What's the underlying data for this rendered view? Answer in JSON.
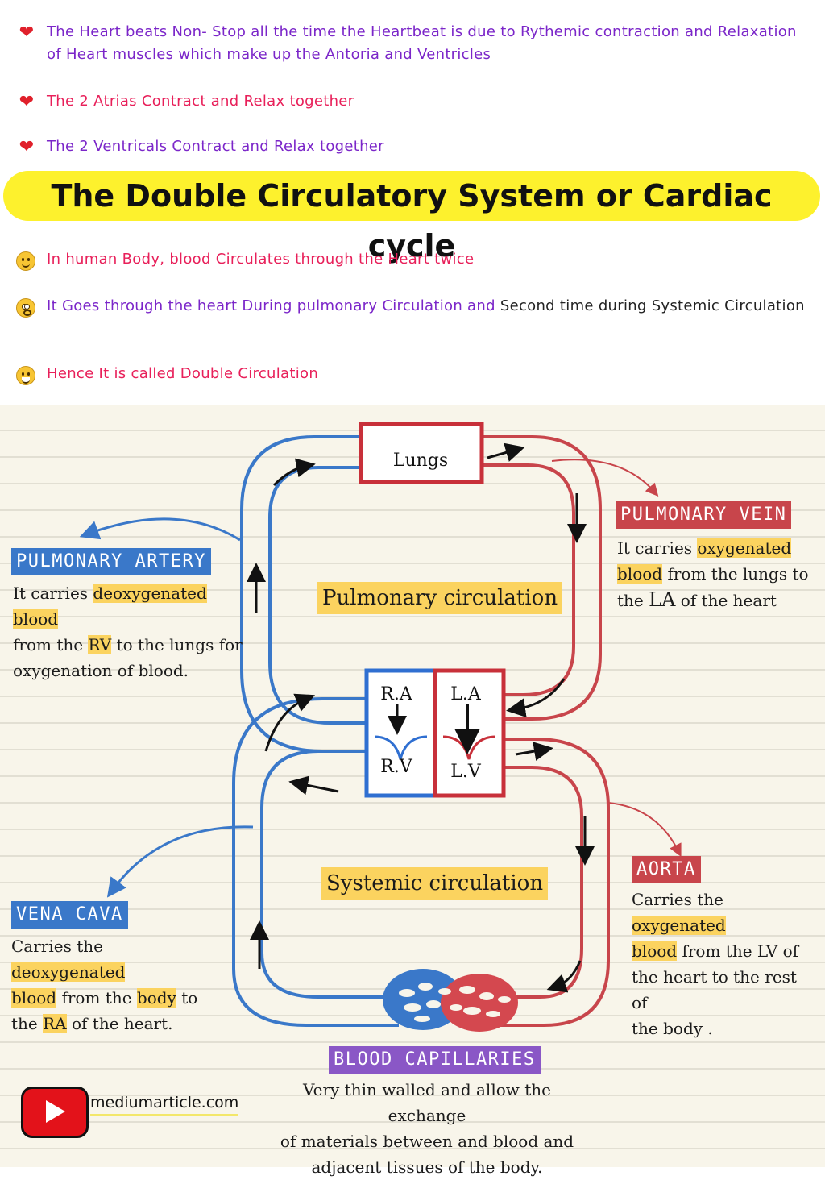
{
  "notes_top": [
    {
      "text": "The Heart beats Non- Stop all the time the Heartbeat is due to Rythemic contraction and Relaxation of Heart muscles which make up the Antoria and Ventricles",
      "color": "#7b26c9",
      "icon": "heart-icon"
    },
    {
      "text": "The 2 Atrias Contract and Relax together",
      "color": "#e8205a",
      "icon": "heart-icon"
    },
    {
      "text": "The 2 Ventricals Contract and Relax together",
      "color": "#7b26c9",
      "icon": "heart-icon"
    }
  ],
  "banner_title": "The Double Circulatory System or Cardiac cycle",
  "notes_bottom": [
    {
      "text": "In human Body, blood Circulates through the Heart twice",
      "color": "#e8205a",
      "icon": "smiley-icon"
    },
    {
      "text_a": "It Goes through the heart During pulmonary Circulation and",
      "text_b": "Second time during Systemic Circulation",
      "color": "#7b26c9",
      "icon": "flushed-face-icon"
    },
    {
      "text": "Hence It is called Double Circulation",
      "color": "#e8205a",
      "icon": "grin-face-icon"
    }
  ],
  "diagram": {
    "lungs": "Lungs",
    "ra": "R.A",
    "la": "L.A",
    "rv": "R.V",
    "lv": "L.V",
    "pulmonary_circulation": "Pulmonary circulation",
    "systemic_circulation": "Systemic circulation",
    "pulmonary_artery": {
      "title": "PULMONARY ARTERY",
      "l1a": "It carries ",
      "l1b": "deoxygenated blood",
      "l2a": "from the ",
      "l2b": "RV",
      "l2c": " to the lungs for",
      "l3": "oxygenation of blood."
    },
    "pulmonary_vein": {
      "title": "PULMONARY VEIN",
      "l1a": "It carries ",
      "l1b": "oxygenated",
      "l2a": "blood",
      "l2b": " from the lungs to",
      "l3a": "the ",
      "l3b": "LA",
      "l3c": " of the heart"
    },
    "vena_cava": {
      "title": "VENA CAVA",
      "l1a": "Carries the ",
      "l1b": "deoxygenated",
      "l2a": "blood",
      "l2b": " from the ",
      "l2c": "body",
      "l2d": " to",
      "l3a": "the ",
      "l3b": "RA",
      "l3c": " of the heart."
    },
    "aorta": {
      "title": "AORTA",
      "l1a": "Carries the ",
      "l1b": "oxygenated",
      "l2a": "blood",
      "l2b": " from the LV of",
      "l3": "the heart to the rest of",
      "l4": "the body ."
    },
    "capillaries": {
      "title": "BLOOD CAPILLARIES",
      "l1": "Very thin walled and allow the exchange",
      "l2": "of materials between and blood and",
      "l3": "adjacent tissues of the body."
    }
  },
  "footer": {
    "site": "mediumarticle.com",
    "logo_icon": "youtube-play-icon"
  },
  "colors": {
    "blue": "#3a78c9",
    "red": "#c8454b",
    "yellow": "#fdf12d",
    "highlight": "#fbd35f"
  }
}
